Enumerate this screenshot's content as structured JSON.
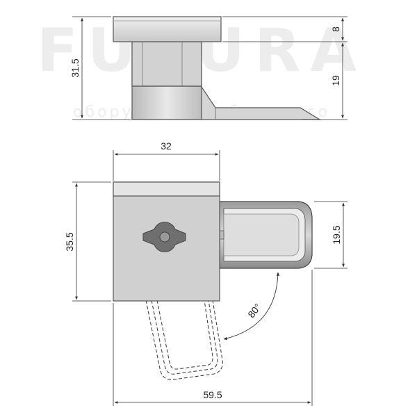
{
  "watermark": {
    "brand": "FUTURA",
    "tagline": "оборудование будущего"
  },
  "dimensions": {
    "cap_height": "8",
    "body_height": "19",
    "total_height": "31.5",
    "width": "32",
    "depth": "35.5",
    "tongue_width": "19.5",
    "rotation_angle": "80°",
    "overall_length": "59.5"
  },
  "colors": {
    "body": "#cfcfcf",
    "body_light": "#e6e6e6",
    "outline": "#555555",
    "dim_line": "#333333",
    "dark_part": "#6f6f6f",
    "watermark": "#ededed"
  }
}
